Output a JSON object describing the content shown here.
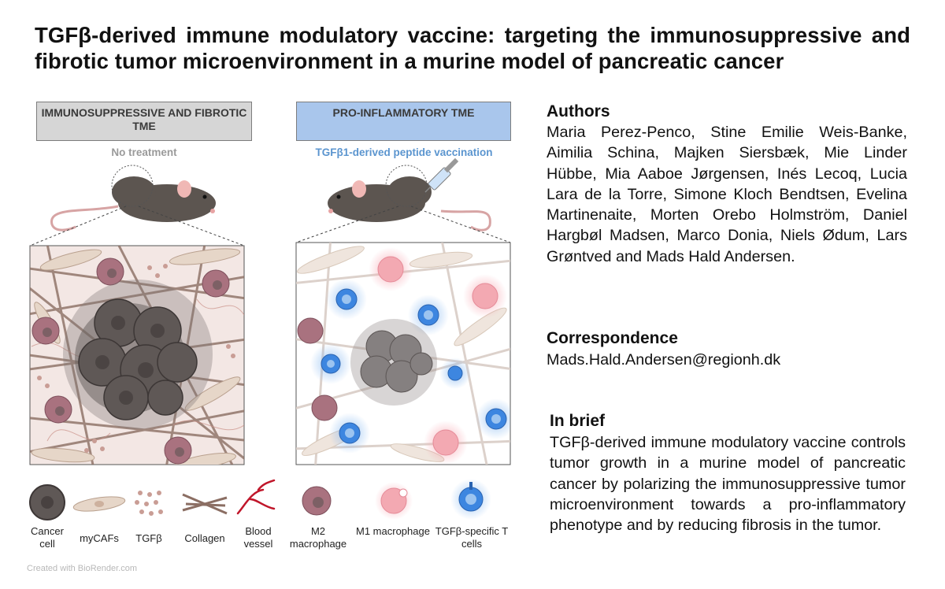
{
  "title": "TGFβ-derived immune modulatory vaccine: targeting the immunosuppressive and fibrotic tumor microenvironment in a murine model of pancreatic cancer",
  "panels": {
    "left": {
      "label": "IMMUNOSUPPRESSIVE AND FIBROTIC TME",
      "sublabel": "No treatment"
    },
    "right": {
      "label": "PRO-INFLAMMATORY TME",
      "sublabel": "TGFβ1-derived peptide vaccination"
    }
  },
  "legend": [
    {
      "label": "Cancer cell",
      "icon": "cancer-cell-icon"
    },
    {
      "label": "myCAFs",
      "icon": "mycaf-icon"
    },
    {
      "label": "TGFβ",
      "icon": "tgfb-icon"
    },
    {
      "label": "Collagen",
      "icon": "collagen-icon"
    },
    {
      "label": "Blood vessel",
      "icon": "blood-vessel-icon"
    },
    {
      "label": "M2 macrophage",
      "icon": "m2-macrophage-icon"
    },
    {
      "label": "M1 macrophage",
      "icon": "m1-macrophage-icon"
    },
    {
      "label": "TGFβ-specific T cells",
      "icon": "t-cell-icon"
    }
  ],
  "credit": "Created with BioRender.com",
  "authors": {
    "heading": "Authors",
    "text": "Maria Perez-Penco, Stine Emilie Weis-Banke, Aimilia Schina, Majken Siersbæk, Mie Linder Hübbe, Mia Aaboe Jørgensen, Inés Lecoq, Lucia Lara de la Torre, Simone Kloch Bendtsen, Evelina Martinenaite, Morten Orebo Holmström, Daniel Hargbøl Madsen, Marco Donia, Niels Ødum, Lars Grøntved and Mads Hald Andersen."
  },
  "correspondence": {
    "heading": "Correspondence",
    "email": "Mads.Hald.Andersen@regionh.dk"
  },
  "in_brief": {
    "heading": "In brief",
    "text": "TGFβ-derived immune modulatory vaccine controls tumor growth in a murine model of pancreatic cancer by polarizing the immunosuppressive tumor microenvironment towards a pro-inflammatory phenotype and by reducing fibrosis in the tumor."
  },
  "colors": {
    "left_label_bg": "#d6d6d6",
    "right_label_bg": "#a9c6ec",
    "right_sublabel": "#5b95cf",
    "tcell_blue": "#3d86e0",
    "m1_pink": "#f3a9b2",
    "m2_mauve": "#a9727f",
    "mouse": "#5d5550"
  }
}
